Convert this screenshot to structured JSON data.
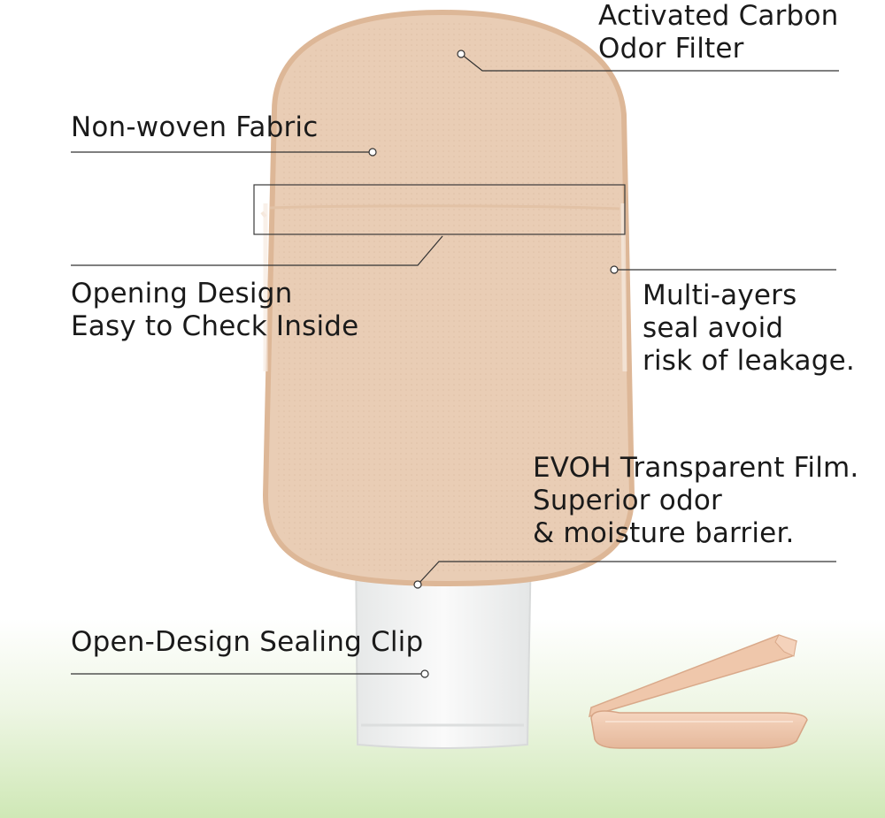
{
  "callouts": {
    "carbon_filter": {
      "lines": [
        "Activated Carbon",
        "Odor Filter"
      ]
    },
    "nonwoven_fabric": {
      "lines": [
        "Non-woven Fabric"
      ]
    },
    "opening_design": {
      "lines": [
        "Opening Design",
        "Easy to Check Inside"
      ]
    },
    "multi_layers": {
      "lines": [
        "Multi-ayers",
        "seal avoid",
        "risk of leakage."
      ]
    },
    "evoh_film": {
      "lines": [
        "EVOH Transparent Film.",
        "Superior odor",
        "& moisture barrier."
      ]
    },
    "sealing_clip": {
      "lines": [
        "Open-Design Sealing Clip"
      ]
    }
  },
  "colors": {
    "pouch_fabric": "#e9cdb5",
    "pouch_border": "#ddb797",
    "clip": "#f1c9ae",
    "film": "#f2f3f3",
    "background_gradient_bottom": "#cfe8b6",
    "leader_line": "#333333"
  }
}
